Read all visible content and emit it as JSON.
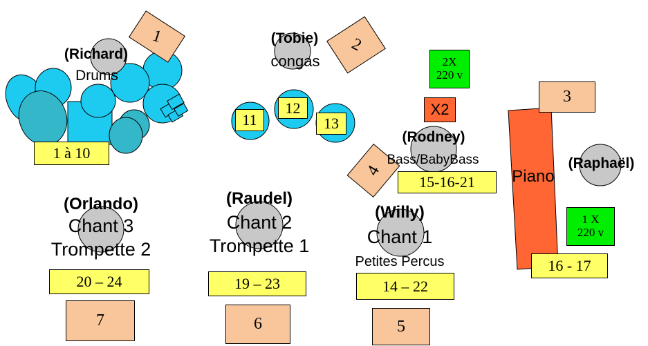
{
  "colors": {
    "drum_fill": "#1ecbf0",
    "drum_dark": "#33b7c9",
    "person_fill": "#c8c8c8",
    "mic_box": "#ffff66",
    "stage_box": "#f9c69c",
    "power_box": "#00ee00",
    "piano": "#ff6633",
    "outline": "#000000"
  },
  "musicians": {
    "richard": {
      "name": "(Richard)",
      "role": "Drums"
    },
    "tobie": {
      "name": "(Tobie)",
      "role": "congas"
    },
    "rodney": {
      "name": "(Rodney)",
      "role": "Bass/BabyBass"
    },
    "raphael": {
      "name": "(Raphaël)"
    },
    "orlando": {
      "name": "(Orlando)",
      "role1": "Chant 3",
      "role2": "Trompette 2"
    },
    "raudel": {
      "name": "(Raudel)",
      "role1": "Chant 2",
      "role2": "Trompette 1"
    },
    "willy": {
      "name": "(Willy)",
      "role1": "Chant 1",
      "role2": "Petites Percus"
    }
  },
  "instruments": {
    "piano": "Piano",
    "congas": [
      "11",
      "12",
      "13"
    ]
  },
  "channels": {
    "drums": "1 à 10",
    "bass": "15-16-21",
    "piano": "16 - 17",
    "orlando": "20 – 24",
    "raudel": "19 – 23",
    "willy": "14 – 22"
  },
  "monitors": [
    "1",
    "2",
    "3",
    "4",
    "5",
    "6",
    "7"
  ],
  "power": {
    "top": {
      "line1": "2X",
      "line2": "220 v"
    },
    "right": {
      "line1": "1 X",
      "line2": "220 v"
    },
    "x2": "X2"
  }
}
